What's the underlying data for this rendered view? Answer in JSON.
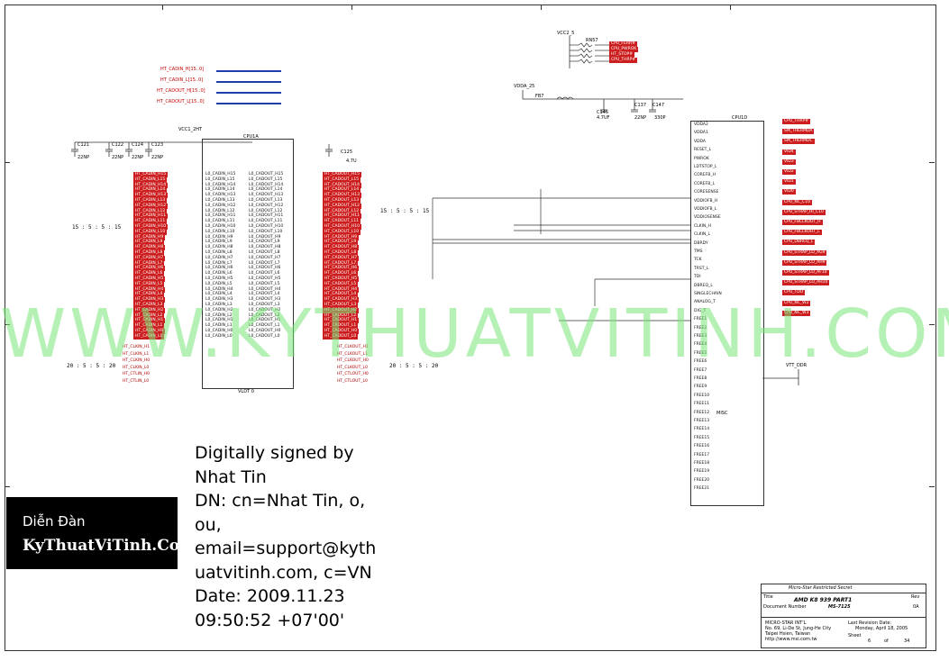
{
  "watermark": "WWW.KYTHUATVITINH.COM",
  "signature_lines": [
    "Digitally signed by",
    "Nhat Tin",
    "DN: cn=Nhat Tin, o,",
    "ou,",
    "email=support@kyth",
    "uatvitinh.com, c=VN",
    "Date: 2009.11.23",
    "09:50:52 +07'00'"
  ],
  "forum": {
    "line1": "Diễn Đàn",
    "line2": "KyThuatViTinh.Com"
  },
  "ratios": {
    "left_top": "15 : 5 : 5 : 15",
    "mid_top": "15 : 5 : 5 : 15",
    "left_bottom": "20 : 5 : 5 : 20",
    "mid_bottom": "20 : 5 : 5 : 20"
  },
  "top_nets": [
    "HT_CADIN_H[15..0]",
    "HT_CADIN_L[15..0]",
    "HT_CADOUT_H[15..0]",
    "HT_CADOUT_L[15..0]"
  ],
  "cpu_left_block": {
    "title": "CPU1A",
    "vcc": "VCC1_2HT",
    "caps": [
      "C121",
      "C122",
      "C124",
      "C123",
      "C125"
    ],
    "cap_values": [
      "22NP",
      "22NP",
      "22NP",
      "22NP",
      "4.7U"
    ],
    "left_nets": [
      "HT_CADIN_H15",
      "HT_CADIN_L15",
      "HT_CADIN_H14",
      "HT_CADIN_L14",
      "HT_CADIN_H13",
      "HT_CADIN_L13",
      "HT_CADIN_H12",
      "HT_CADIN_L12",
      "HT_CADIN_H11",
      "HT_CADIN_L11",
      "HT_CADIN_H10",
      "HT_CADIN_L10",
      "HT_CADIN_H9",
      "HT_CADIN_L9",
      "HT_CADIN_H8",
      "HT_CADIN_L8",
      "HT_CADIN_H7",
      "HT_CADIN_L7",
      "HT_CADIN_H6",
      "HT_CADIN_L6",
      "HT_CADIN_H5",
      "HT_CADIN_L5",
      "HT_CADIN_H4",
      "HT_CADIN_L4",
      "HT_CADIN_H3",
      "HT_CADIN_L3",
      "HT_CADIN_H2",
      "HT_CADIN_L2",
      "HT_CADIN_H1",
      "HT_CADIN_L1",
      "HT_CADIN_H0",
      "HT_CADIN_L0"
    ],
    "right_nets": [
      "HT_CADOUT_H15",
      "HT_CADOUT_L15",
      "HT_CADOUT_H14",
      "HT_CADOUT_L14",
      "HT_CADOUT_H13",
      "HT_CADOUT_L13",
      "HT_CADOUT_H12",
      "HT_CADOUT_L12",
      "HT_CADOUT_H11",
      "HT_CADOUT_L11",
      "HT_CADOUT_H10",
      "HT_CADOUT_L10",
      "HT_CADOUT_H9",
      "HT_CADOUT_L9",
      "HT_CADOUT_H8",
      "HT_CADOUT_L8",
      "HT_CADOUT_H7",
      "HT_CADOUT_L7",
      "HT_CADOUT_H6",
      "HT_CADOUT_L6",
      "HT_CADOUT_H5",
      "HT_CADOUT_L5",
      "HT_CADOUT_H4",
      "HT_CADOUT_L4",
      "HT_CADOUT_H3",
      "HT_CADOUT_L3",
      "HT_CADOUT_H2",
      "HT_CADOUT_L2",
      "HT_CADOUT_H1",
      "HT_CADOUT_L1",
      "HT_CADOUT_H0",
      "HT_CADOUT_L0"
    ],
    "clk_left": [
      "HT_CLKIN_H1",
      "HT_CLKIN_L1",
      "HT_CLKIN_H0",
      "HT_CLKIN_L0",
      "HT_CTLIN_H0",
      "HT_CTLIN_L0"
    ],
    "clk_right": [
      "HT_CLKOUT_H1",
      "HT_CLKOUT_L1",
      "HT_CLKOUT_H0",
      "HT_CLKOUT_L0",
      "HT_CTLOUT_H0",
      "HT_CTLOUT_L0"
    ],
    "footer": "VLDT 0"
  },
  "cpu_right_block": {
    "title": "CPU1D",
    "top_net": "VCC2_5",
    "rn": "RN57",
    "rn_nets": [
      "CPU_FERR#",
      "CPU_PWROK",
      "HT_STOP#",
      "CPU_THRP#"
    ],
    "vdda": "VDDA_25",
    "fb": "FB7",
    "caps": [
      "C145",
      "C137",
      "C147"
    ],
    "cap_values": [
      "4.7UF",
      "22NP",
      "330P"
    ],
    "left_pins": [
      "VDDA2",
      "VDDA1",
      "VDDA",
      "RESET_L",
      "PWROK",
      "LDTSTOP_L",
      "COREFB_H",
      "COREFB_L",
      "CORESENSE",
      "VDDIOFB_H",
      "VDDIOFB_L",
      "VDDIOSENSE",
      "CLKIN_H",
      "CLKIN_L",
      "DBRDY",
      "TMS",
      "TCK",
      "TRST_L",
      "TDI",
      "DBREQ_L",
      "SINGLECHAIN",
      "ANALOG_T",
      "DIG_T",
      "FREE1",
      "FREE2",
      "FREE3",
      "FREE4",
      "FREE5",
      "FREE6",
      "FREE7",
      "FREE8",
      "FREE9",
      "FREE10",
      "FREE11",
      "FREE12",
      "FREE13",
      "FREE14",
      "FREE15",
      "FREE16",
      "FREE17",
      "FREE18",
      "FREE19",
      "FREE20",
      "FREE21"
    ],
    "right_nets": [
      "CPU_THRP#",
      "SM_THERMDA",
      "SM_THERMDC",
      "VID4",
      "VID3",
      "VID2",
      "VID1",
      "VID0",
      "CPU_NC_C10",
      "CPU_STRAP_HI_C10",
      "CPU_FBCLKOUT_H",
      "CPU_FBCLKOUT_L",
      "CPU_DBREQ_L",
      "CPU_STRAP_LO_AG9",
      "CPU_STRAP_LO_AH9",
      "CPU_STRAP_LO_AF10",
      "CPU_STRAP_LO_AH10",
      "CPU_TDO",
      "CPU_NC_W2",
      "CPU_NC_W3"
    ],
    "vtt": "VTT_DDR",
    "misc": "MISC"
  },
  "title_block": {
    "company_header": "Micro-Star Restricted Secret",
    "title_label": "Title",
    "title": "AMD K8 939 PART1",
    "doc_label": "Document Number",
    "doc": "MS-7125",
    "rev_label": "Rev",
    "rev": "0A",
    "company": "MICRO-STAR INT'L",
    "addr1": "No. 69, Li-De St, Jung-He City",
    "addr2": "Taipei Hsien, Taiwan",
    "site": "http://www.msi.com.tw",
    "date_label": "Last Revision Date:",
    "date": "Monday, April 18, 2005",
    "sheet_label": "Sheet",
    "sheet": "6",
    "of": "of",
    "total": "34"
  }
}
